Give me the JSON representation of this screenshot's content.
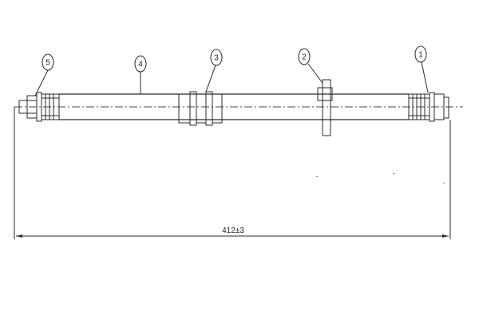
{
  "balloons": [
    {
      "id": "balloon-1",
      "label": "1"
    },
    {
      "id": "balloon-2",
      "label": "2"
    },
    {
      "id": "balloon-3",
      "label": "3"
    },
    {
      "id": "balloon-4",
      "label": "4"
    },
    {
      "id": "balloon-5",
      "label": "5"
    }
  ],
  "dimension": {
    "overall_length": "412±3"
  },
  "colors": {
    "line": "#2a2a2a",
    "background": "#ffffff"
  }
}
